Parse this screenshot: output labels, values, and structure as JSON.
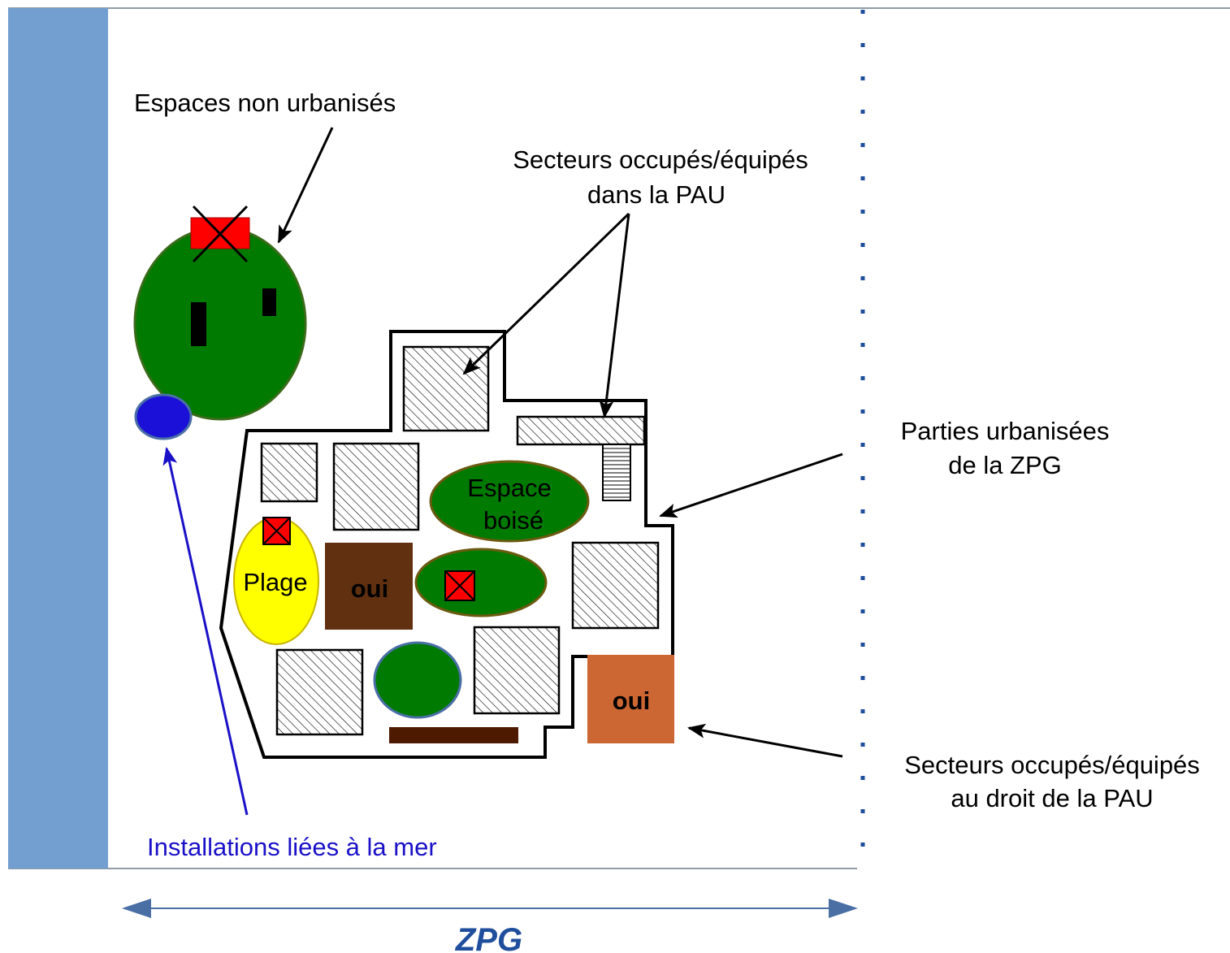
{
  "labels": {
    "espaces_non_urbanises": "Espaces non urbanisés",
    "secteurs_pau_line1": "Secteurs occupés/équipés",
    "secteurs_pau_line2": "dans la PAU",
    "parties_urbanisees_line1": "Parties urbanisées",
    "parties_urbanisees_line2": "de la ZPG",
    "secteurs_droit_line1": "Secteurs occupés/équipés",
    "secteurs_droit_line2": "au droit de la PAU",
    "installations_mer": "Installations liées à la mer",
    "zpg": "ZPG"
  },
  "zones": {
    "espace_boise_line1": "Espace",
    "espace_boise_line2": "boisé",
    "plage": "Plage",
    "oui_inside": "oui",
    "oui_outside": "oui"
  },
  "colors": {
    "sea": "#729fcf",
    "forest_green": "#007a00",
    "forest_outline": "#3a6b1a",
    "beach_yellow": "#ffff00",
    "brown_dark": "#603010",
    "brown_orange": "#cc6633",
    "blue_installation": "#1a10d8",
    "blue_arrow": "#1a10c8",
    "red_forbidden": "#ff0000",
    "zpg_blue": "#1f4e9c",
    "dotted_line": "#1f4e9c"
  }
}
